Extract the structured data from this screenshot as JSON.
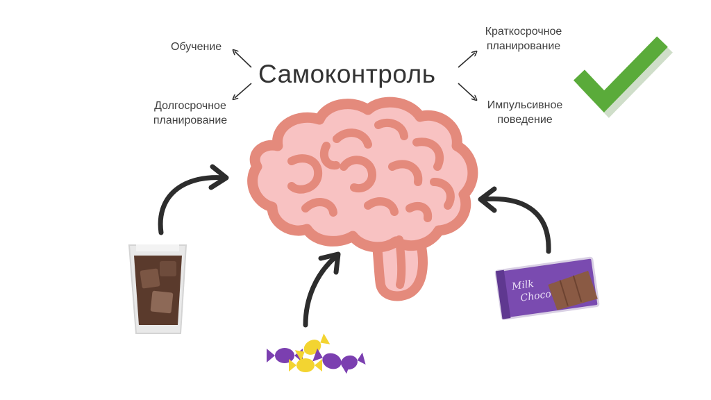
{
  "title": "Самоконтроль",
  "left_items": [
    {
      "lines": [
        "Обучение"
      ]
    },
    {
      "lines": [
        "Долгосрочное",
        "планирование"
      ]
    }
  ],
  "right_items": [
    {
      "lines": [
        "Краткосрочное",
        "планирование"
      ]
    },
    {
      "lines": [
        "Импульсивное",
        "поведение"
      ]
    }
  ],
  "chocolate_label": {
    "line1": "Milk",
    "line2": "Choco"
  },
  "colors": {
    "brain_fill": "#f8c2c2",
    "brain_stroke": "#e48a7c",
    "check": "#5aab3a",
    "arrow": "#2d2d2d",
    "chocolate_wrapper": "#6f3fa0",
    "cola": "#5a3a2c"
  },
  "icons": [
    "check-icon",
    "brain-icon",
    "cola-glass-icon",
    "candies-icon",
    "chocolate-bar-icon"
  ]
}
